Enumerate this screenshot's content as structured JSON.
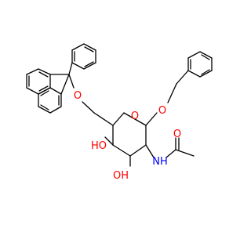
{
  "molecule": {
    "background": "#ffffff",
    "bond_color": "#000000",
    "oxygen_color": "#ff0000",
    "nitrogen_color": "#0000ff",
    "atom_labels": {
      "o_trityl": "O",
      "o_ring": "O",
      "o_benzyl": "O",
      "o_carbonyl": "O",
      "nh": "NH",
      "ho_c4": "HO",
      "oh_c3": "OH"
    }
  }
}
